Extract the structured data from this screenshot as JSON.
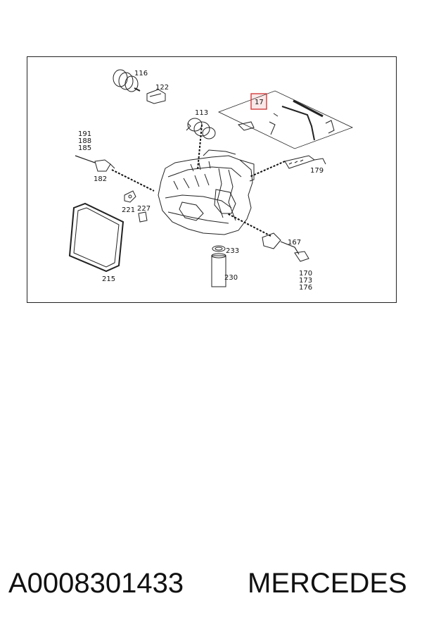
{
  "diagram": {
    "part_labels": {
      "p116": "116",
      "p122": "122",
      "p113": "113",
      "p17": "17",
      "p191": "191",
      "p188": "188",
      "p185": "185",
      "p182": "182",
      "p221": "221",
      "p227": "227",
      "p179": "179",
      "p167": "167",
      "p233": "233",
      "p230": "230",
      "p170": "170",
      "p173": "173",
      "p176": "176",
      "p215": "215"
    },
    "highlight_color": "#d23c3c"
  },
  "caption": {
    "part_number": "A0008301433",
    "brand": "MERCEDES"
  }
}
